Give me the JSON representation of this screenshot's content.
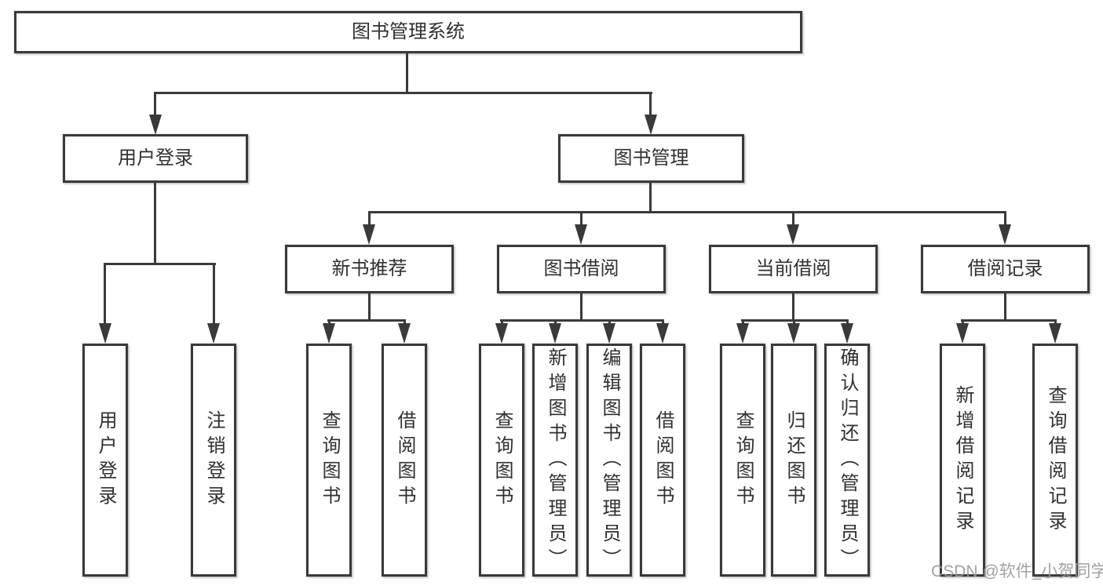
{
  "diagram": {
    "title_node": {
      "label": "图书管理系统"
    },
    "level2": [
      {
        "label": "用户登录"
      },
      {
        "label": "图书管理"
      }
    ],
    "level3": [
      {
        "label": "新书推荐"
      },
      {
        "label": "图书借阅"
      },
      {
        "label": "当前借阅"
      },
      {
        "label": "借阅记录"
      }
    ],
    "leaves": {
      "login": [
        "用户登录",
        "注销登录"
      ],
      "recommend": [
        "查询图书",
        "借阅图书"
      ],
      "borrow": [
        "查询图书",
        "新增图书（管理员）",
        "编辑图书（管理员）",
        "借阅图书"
      ],
      "current": [
        "查询图书",
        "归还图书",
        "确认归还（管理员）"
      ],
      "records": [
        "新增借阅记录",
        "查询借阅记录"
      ]
    }
  },
  "watermark": {
    "text": "CSDN @软件_小贺同学"
  },
  "colors": {
    "line": "#3a3a3a",
    "text": "#303030",
    "watermark": "#989898",
    "background": "#ffffff"
  }
}
